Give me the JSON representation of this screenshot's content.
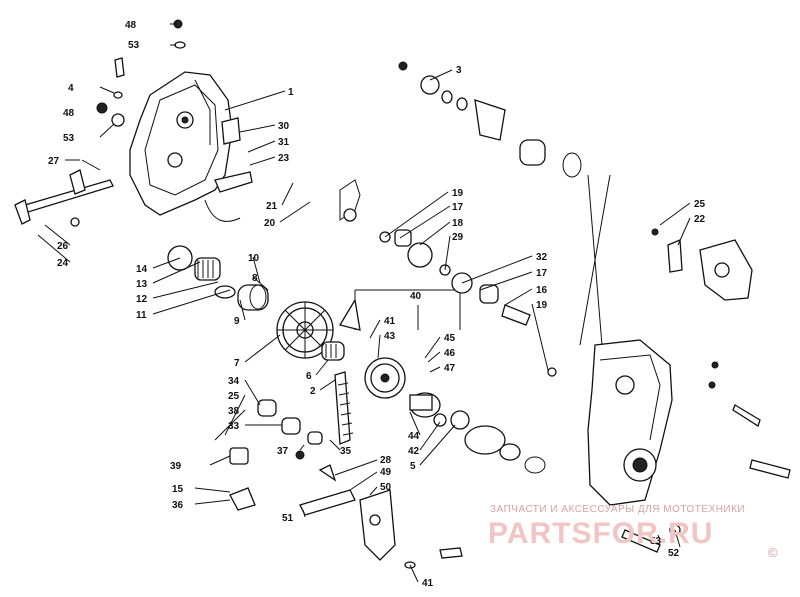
{
  "diagram": {
    "callouts": [
      "48",
      "53",
      "4",
      "48",
      "53",
      "1",
      "30",
      "31",
      "23",
      "27",
      "26",
      "24",
      "21",
      "20",
      "19",
      "17",
      "18",
      "29",
      "3",
      "25",
      "22",
      "14",
      "13",
      "12",
      "11",
      "10",
      "8",
      "9",
      "7",
      "40",
      "41",
      "43",
      "45",
      "46",
      "47",
      "6",
      "2",
      "34",
      "25",
      "38",
      "33",
      "39",
      "37",
      "35",
      "44",
      "42",
      "5",
      "28",
      "49",
      "50",
      "15",
      "36",
      "51",
      "41",
      "32",
      "17",
      "16",
      "19",
      "53",
      "52"
    ]
  },
  "watermark": {
    "caption": "ЗАПЧАСТИ И АКСЕССУАРЫ ДЛЯ МОТОТЕХНИКИ",
    "logo": "PARTSFOR.RU",
    "copyright": "©"
  }
}
